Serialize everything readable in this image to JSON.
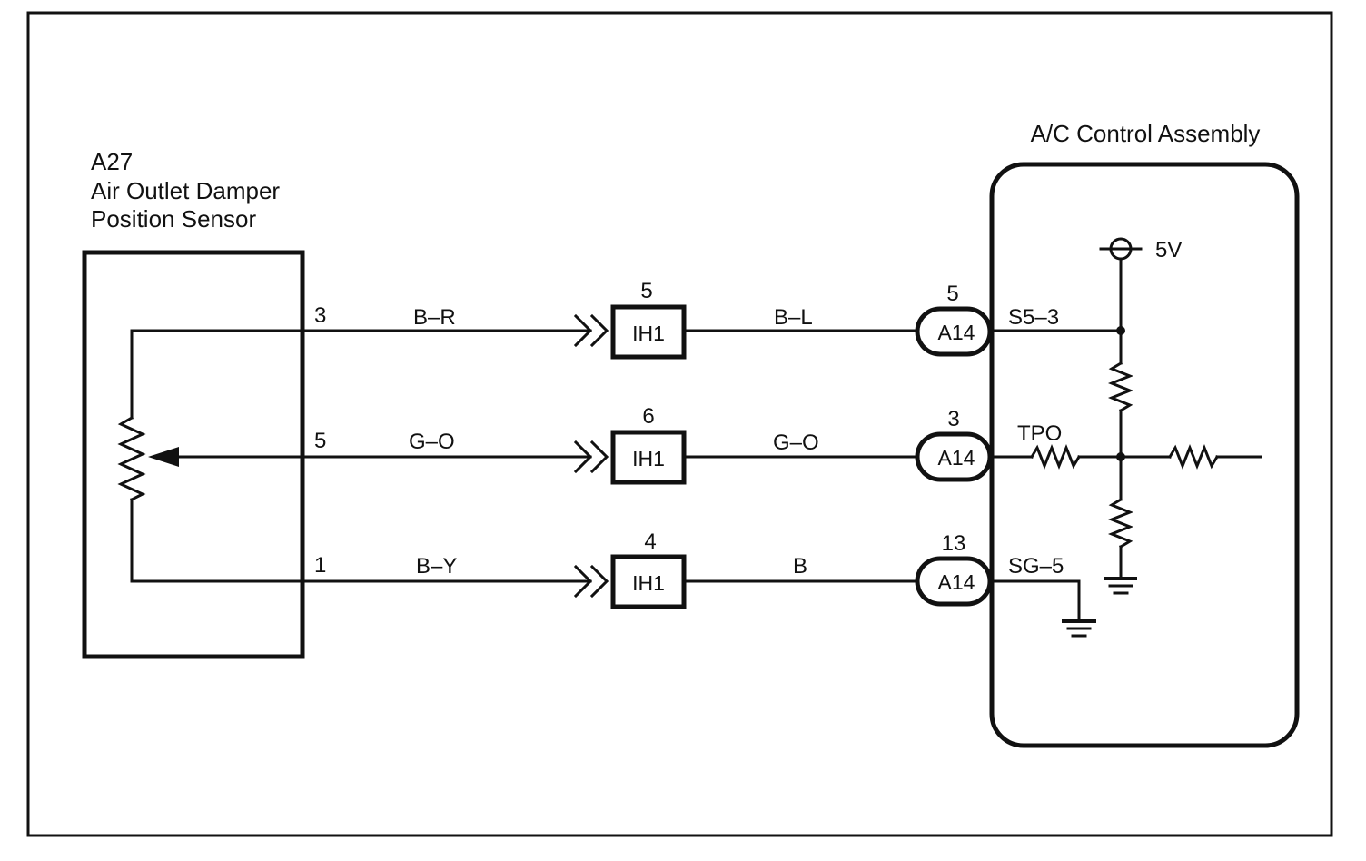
{
  "sensor": {
    "code": "A27",
    "name_line1": "Air Outlet Damper",
    "name_line2": "Position Sensor"
  },
  "control": {
    "title": "A/C Control Assembly",
    "voltage": "5V"
  },
  "circuits": [
    {
      "sensor_pin": "3",
      "wire_in": "B–R",
      "junction_pin": "5",
      "junction": "IH1",
      "wire_out": "B–L",
      "ecu_pin": "5",
      "ecu_connector": "A14",
      "terminal": "S5–3"
    },
    {
      "sensor_pin": "5",
      "wire_in": "G–O",
      "junction_pin": "6",
      "junction": "IH1",
      "wire_out": "G–O",
      "ecu_pin": "3",
      "ecu_connector": "A14",
      "terminal": "TPO"
    },
    {
      "sensor_pin": "1",
      "wire_in": "B–Y",
      "junction_pin": "4",
      "junction": "IH1",
      "wire_out": "B",
      "ecu_pin": "13",
      "ecu_connector": "A14",
      "terminal": "SG–5"
    }
  ],
  "icons": {
    "potentiometer": "potentiometer-icon",
    "resistor": "resistor-icon",
    "ground": "ground-icon",
    "supply": "voltage-source-icon",
    "male_terminal": "connector-arrow-icon"
  }
}
